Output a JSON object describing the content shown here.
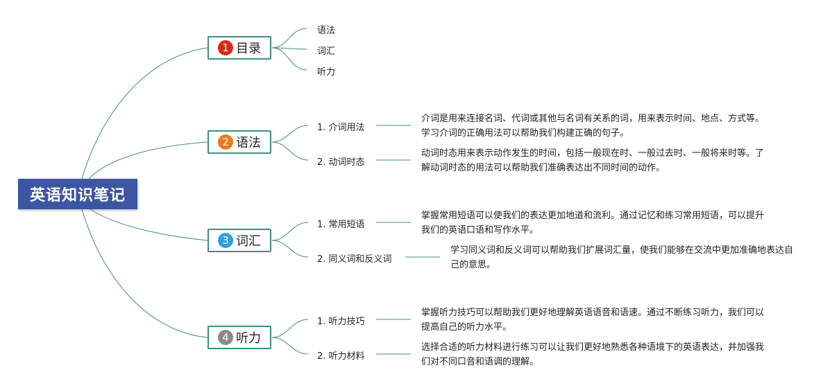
{
  "root": {
    "title": "英语知识笔记"
  },
  "colors": {
    "root_bg": "#3d56a3",
    "line": "#3e8e7e"
  },
  "branches": [
    {
      "number": "1",
      "label": "目录",
      "badge_color": "#d62a1e",
      "children": [
        {
          "label": "语法"
        },
        {
          "label": "词汇"
        },
        {
          "label": "听力"
        }
      ]
    },
    {
      "number": "2",
      "label": "语法",
      "badge_color": "#ea7a1e",
      "children": [
        {
          "label": "1. 介词用法",
          "description": "介词是用来连接名词、代词或其他与名词有关系的词，用来表示时间、地点、方式等。学习介词的正确用法可以帮助我们构建正确的句子。"
        },
        {
          "label": "2. 动词时态",
          "description": "动词时态用来表示动作发生的时间，包括一般现在时、一般过去时、一般将来时等。了解动词时态的用法可以帮助我们准确表达出不同时间的动作。"
        }
      ]
    },
    {
      "number": "3",
      "label": "词汇",
      "badge_color": "#2f9fe0",
      "children": [
        {
          "label": "1. 常用短语",
          "description": "掌握常用短语可以使我们的表达更加地道和流利。通过记忆和练习常用短语，可以提升我们的英语口语和写作水平。"
        },
        {
          "label": "2. 同义词和反义词",
          "description": "学习同义词和反义词可以帮助我们扩展词汇量，使我们能够在交流中更加准确地表达自己的意思。"
        }
      ]
    },
    {
      "number": "4",
      "label": "听力",
      "badge_color": "#8a8a8a",
      "children": [
        {
          "label": "1. 听力技巧",
          "description": "掌握听力技巧可以帮助我们更好地理解英语语音和语速。通过不断练习听力，我们可以提高自己的听力水平。"
        },
        {
          "label": "2. 听力材料",
          "description": "选择合适的听力材料进行练习可以让我们更好地熟悉各种语境下的英语表达，并加强我们对不同口音和语调的理解。"
        }
      ]
    }
  ]
}
